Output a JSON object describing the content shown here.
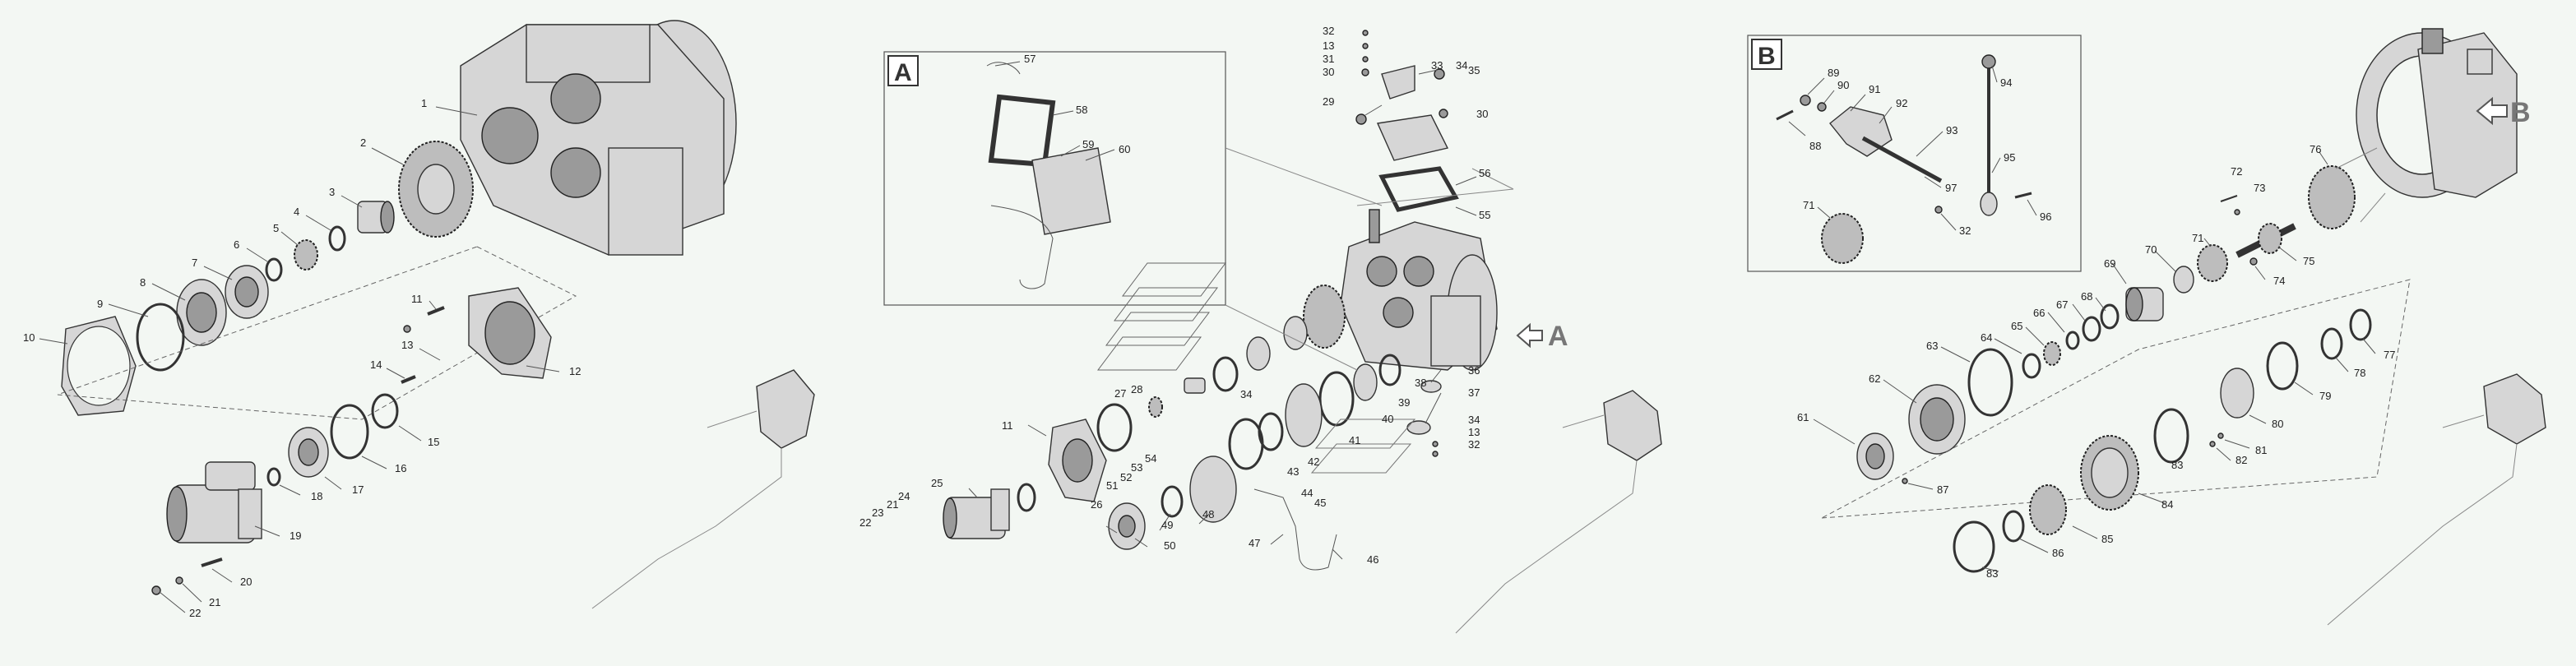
{
  "callouts": [
    {
      "id": "p1",
      "text": "1"
    },
    {
      "id": "p2",
      "text": "2"
    },
    {
      "id": "p3",
      "text": "3"
    },
    {
      "id": "p4",
      "text": "4"
    },
    {
      "id": "p5",
      "text": "5"
    },
    {
      "id": "p6",
      "text": "6"
    },
    {
      "id": "p7",
      "text": "7"
    },
    {
      "id": "p8",
      "text": "8"
    },
    {
      "id": "p9",
      "text": "9"
    },
    {
      "id": "p10",
      "text": "10"
    },
    {
      "id": "p11",
      "text": "11"
    },
    {
      "id": "p12",
      "text": "12"
    },
    {
      "id": "p13",
      "text": "13"
    },
    {
      "id": "p14",
      "text": "14"
    },
    {
      "id": "p15",
      "text": "15"
    },
    {
      "id": "p16",
      "text": "16"
    },
    {
      "id": "p17",
      "text": "17"
    },
    {
      "id": "p18",
      "text": "18"
    },
    {
      "id": "p19",
      "text": "19"
    },
    {
      "id": "p20",
      "text": "20"
    },
    {
      "id": "p21",
      "text": "21"
    },
    {
      "id": "p22",
      "text": "22"
    },
    {
      "id": "m11",
      "text": "11"
    },
    {
      "id": "m22",
      "text": "22"
    },
    {
      "id": "m23",
      "text": "23"
    },
    {
      "id": "m21",
      "text": "21"
    },
    {
      "id": "m24",
      "text": "24"
    },
    {
      "id": "m25",
      "text": "25"
    },
    {
      "id": "m26",
      "text": "26"
    },
    {
      "id": "m27",
      "text": "27"
    },
    {
      "id": "m28",
      "text": "28"
    },
    {
      "id": "m29",
      "text": "29"
    },
    {
      "id": "m30a",
      "text": "30"
    },
    {
      "id": "m30b",
      "text": "30"
    },
    {
      "id": "m31",
      "text": "31"
    },
    {
      "id": "m32a",
      "text": "32"
    },
    {
      "id": "m32b",
      "text": "32"
    },
    {
      "id": "m13a",
      "text": "13"
    },
    {
      "id": "m13b",
      "text": "13"
    },
    {
      "id": "m33",
      "text": "33"
    },
    {
      "id": "m34a",
      "text": "34"
    },
    {
      "id": "m34b",
      "text": "34"
    },
    {
      "id": "m34c",
      "text": "34"
    },
    {
      "id": "m35",
      "text": "35"
    },
    {
      "id": "m36",
      "text": "36"
    },
    {
      "id": "m37",
      "text": "37"
    },
    {
      "id": "m38",
      "text": "38"
    },
    {
      "id": "m39",
      "text": "39"
    },
    {
      "id": "m40",
      "text": "40"
    },
    {
      "id": "m41",
      "text": "41"
    },
    {
      "id": "m42",
      "text": "42"
    },
    {
      "id": "m43",
      "text": "43"
    },
    {
      "id": "m44",
      "text": "44"
    },
    {
      "id": "m45",
      "text": "45"
    },
    {
      "id": "m46",
      "text": "46"
    },
    {
      "id": "m47",
      "text": "47"
    },
    {
      "id": "m48",
      "text": "48"
    },
    {
      "id": "m49",
      "text": "49"
    },
    {
      "id": "m50",
      "text": "50"
    },
    {
      "id": "m51",
      "text": "51"
    },
    {
      "id": "m52",
      "text": "52"
    },
    {
      "id": "m53",
      "text": "53"
    },
    {
      "id": "m54",
      "text": "54"
    },
    {
      "id": "m55",
      "text": "55"
    },
    {
      "id": "m56",
      "text": "56"
    },
    {
      "id": "m57",
      "text": "57"
    },
    {
      "id": "m58",
      "text": "58"
    },
    {
      "id": "m59",
      "text": "59"
    },
    {
      "id": "m60",
      "text": "60"
    },
    {
      "id": "r61",
      "text": "61"
    },
    {
      "id": "r62",
      "text": "62"
    },
    {
      "id": "r63",
      "text": "63"
    },
    {
      "id": "r64",
      "text": "64"
    },
    {
      "id": "r65",
      "text": "65"
    },
    {
      "id": "r66",
      "text": "66"
    },
    {
      "id": "r67",
      "text": "67"
    },
    {
      "id": "r68",
      "text": "68"
    },
    {
      "id": "r69",
      "text": "69"
    },
    {
      "id": "r70",
      "text": "70"
    },
    {
      "id": "r71a",
      "text": "71"
    },
    {
      "id": "r71b",
      "text": "71"
    },
    {
      "id": "r72",
      "text": "72"
    },
    {
      "id": "r73",
      "text": "73"
    },
    {
      "id": "r74",
      "text": "74"
    },
    {
      "id": "r75",
      "text": "75"
    },
    {
      "id": "r76",
      "text": "76"
    },
    {
      "id": "r77",
      "text": "77"
    },
    {
      "id": "r78",
      "text": "78"
    },
    {
      "id": "r79",
      "text": "79"
    },
    {
      "id": "r80",
      "text": "80"
    },
    {
      "id": "r81",
      "text": "81"
    },
    {
      "id": "r82",
      "text": "82"
    },
    {
      "id": "r83a",
      "text": "83"
    },
    {
      "id": "r83b",
      "text": "83"
    },
    {
      "id": "r84",
      "text": "84"
    },
    {
      "id": "r85",
      "text": "85"
    },
    {
      "id": "r86",
      "text": "86"
    },
    {
      "id": "r87",
      "text": "87"
    },
    {
      "id": "r88",
      "text": "88"
    },
    {
      "id": "r89",
      "text": "89"
    },
    {
      "id": "r90",
      "text": "90"
    },
    {
      "id": "r91",
      "text": "91"
    },
    {
      "id": "r92",
      "text": "92"
    },
    {
      "id": "r93",
      "text": "93"
    },
    {
      "id": "r94",
      "text": "94"
    },
    {
      "id": "r95",
      "text": "95"
    },
    {
      "id": "r96",
      "text": "96"
    },
    {
      "id": "r97",
      "text": "97"
    },
    {
      "id": "r32",
      "text": "32"
    }
  ],
  "inset_a_label": "A",
  "inset_b_label": "B",
  "view_a_label": "A",
  "view_b_label": "B"
}
